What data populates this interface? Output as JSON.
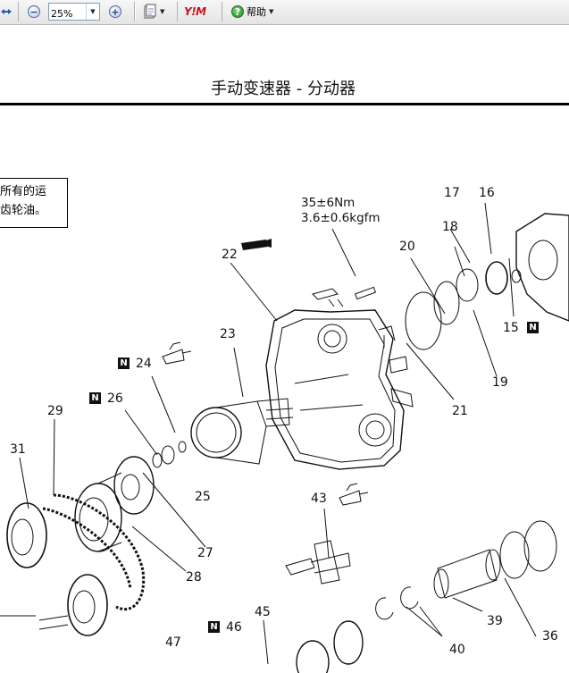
{
  "toolbar": {
    "zoom_value": "25%",
    "help_label": "帮助",
    "brand_text": "Y!M"
  },
  "page": {
    "title": "手动变速器 - 分动器",
    "note_lines": [
      "所有的运",
      "齿轮油。"
    ],
    "torque_line1": "35±6Nm",
    "torque_line2": "3.6±0.6kgfm",
    "badge_letter": "N"
  },
  "parts": {
    "p15": "15",
    "p16": "16",
    "p17": "17",
    "p18": "18",
    "p19": "19",
    "p20": "20",
    "p21": "21",
    "p22": "22",
    "p23": "23",
    "p24": "24",
    "p25": "25",
    "p26": "26",
    "p27": "27",
    "p28": "28",
    "p29": "29",
    "p31": "31",
    "p36": "36",
    "p39": "39",
    "p40": "40",
    "p43": "43",
    "p45": "45",
    "p46": "46",
    "p47": "47"
  },
  "icons": {
    "back": "arrows-icon",
    "zoom_out": "zoom-out-icon",
    "zoom_in": "zoom-in-icon",
    "page_tool": "page-rotate-icon",
    "help": "help-icon",
    "sealant": "sealant-tube-icon",
    "grease": "grease-gun-icon"
  }
}
